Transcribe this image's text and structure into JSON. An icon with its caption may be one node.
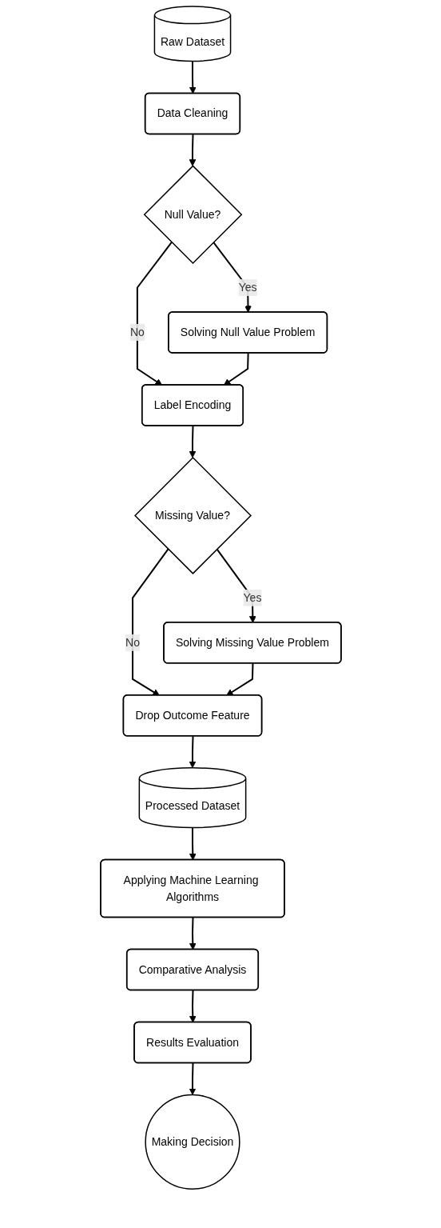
{
  "diagram": {
    "nodes": [
      {
        "text": [
          "Raw Dataset"
        ]
      },
      {
        "text": [
          "Data Cleaning"
        ]
      },
      {
        "text": [
          "Null Value?"
        ]
      },
      {
        "text": [
          "Solving Null Value Problem"
        ]
      },
      {
        "text": [
          "Label Encoding"
        ]
      },
      {
        "text": [
          "Missing Value?"
        ]
      },
      {
        "text": [
          "Solving Missing Value Problem"
        ]
      },
      {
        "text": [
          "Drop Outcome Feature"
        ]
      },
      {
        "text": [
          "Processed Dataset"
        ]
      },
      {
        "text": [
          "Applying Machine Learning Algorithms"
        ]
      },
      {
        "text": [
          "Comparative Analysis"
        ]
      },
      {
        "text": [
          "Results Evaluation"
        ]
      },
      {
        "text": [
          "Making Decision"
        ]
      }
    ],
    "edges": [
      {
        "from": 0,
        "to": 1,
        "arrow": "to"
      },
      {
        "from": 1,
        "to": 2,
        "arrow": "to"
      },
      {
        "from": 2,
        "to": 3,
        "arrow": "to",
        "label": "Yes"
      },
      {
        "from": 2,
        "to": 4,
        "arrow": "to",
        "label": "No"
      },
      {
        "from": 3,
        "to": 4,
        "arrow": "to"
      },
      {
        "from": 4,
        "to": 5,
        "arrow": "to"
      },
      {
        "from": 5,
        "to": 6,
        "arrow": "to",
        "label": "Yes"
      },
      {
        "from": 5,
        "to": 7,
        "arrow": "to",
        "label": "No"
      },
      {
        "from": 6,
        "to": 7,
        "arrow": "to"
      },
      {
        "from": 7,
        "to": 8,
        "arrow": "to"
      },
      {
        "from": 8,
        "to": 9,
        "arrow": "to"
      },
      {
        "from": 9,
        "to": 10,
        "arrow": "to"
      },
      {
        "from": 10,
        "to": 11,
        "arrow": "to"
      },
      {
        "from": 11,
        "to": 12,
        "arrow": "to"
      }
    ]
  }
}
